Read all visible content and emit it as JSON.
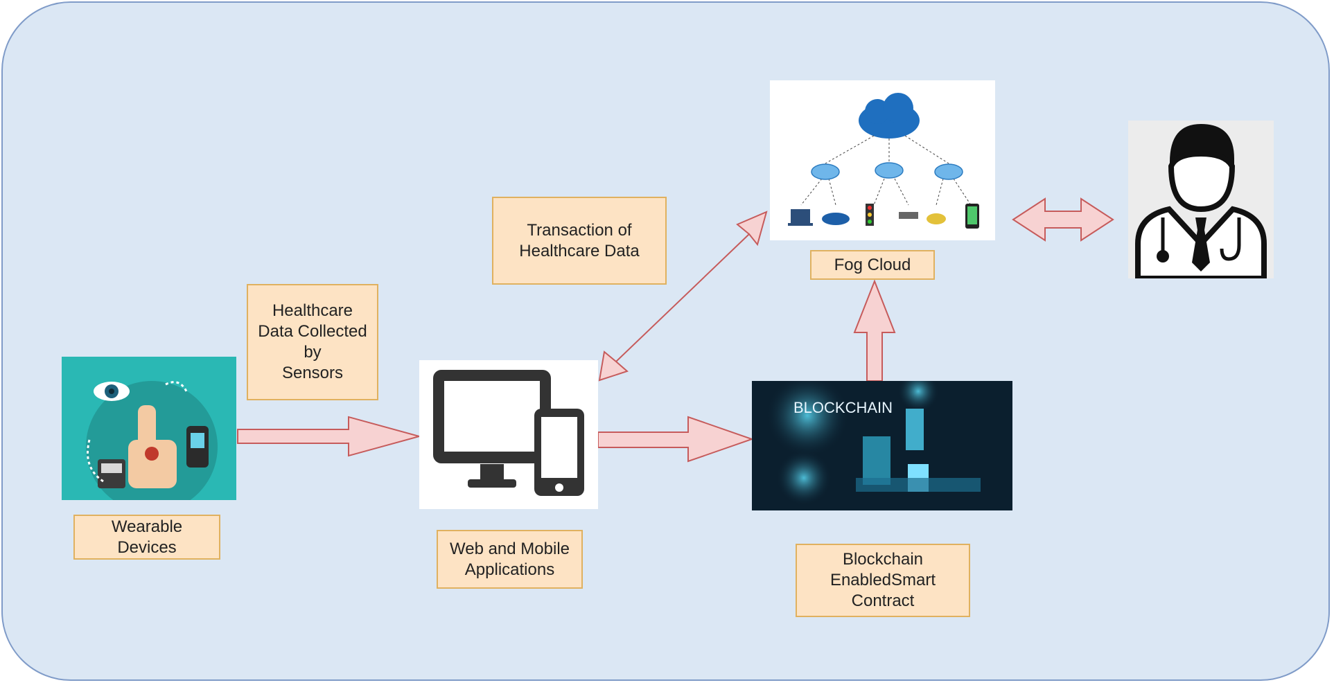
{
  "labels": {
    "wearable": "Wearable\nDevices",
    "collected": "Healthcare\nData Collected\nby\nSensors",
    "webapp": "Web and Mobile\nApplications",
    "transaction": "Transaction of\nHealthcare Data",
    "fogcloud": "Fog Cloud",
    "blockchain_label": "Blockchain\nEnabledSmart\nContract"
  },
  "images": {
    "blockchain_banner": "BLOCKCHAIN"
  },
  "colors": {
    "panel": "#dbe7f4",
    "label_fill": "#fde3c4",
    "arrow_fill": "#f7d2d2",
    "arrow_stroke": "#c65b5b"
  }
}
